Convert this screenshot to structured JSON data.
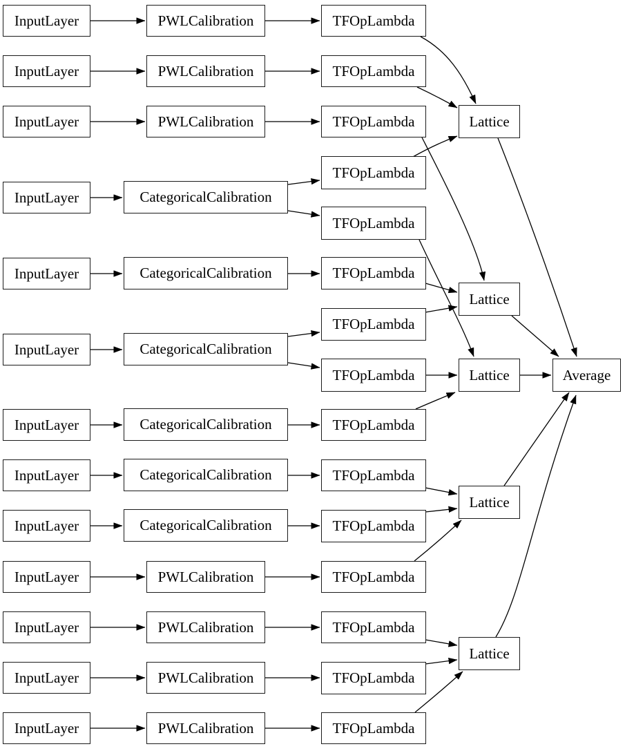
{
  "diagram": {
    "description": "Model graph",
    "colors": {
      "background": "#ffffff",
      "node_fill": "#ffffff",
      "node_border": "#1a1a1a",
      "edge": "#000000",
      "text": "#000000"
    },
    "node_types": [
      "InputLayer",
      "PWLCalibration",
      "CategoricalCalibration",
      "TFOpLambda",
      "Lattice",
      "Average"
    ],
    "nodes": [
      {
        "id": "il1",
        "label": "InputLayer"
      },
      {
        "id": "pwl1",
        "label": "PWLCalibration"
      },
      {
        "id": "tfl1",
        "label": "TFOpLambda"
      },
      {
        "id": "il2",
        "label": "InputLayer"
      },
      {
        "id": "pwl2",
        "label": "PWLCalibration"
      },
      {
        "id": "tfl2",
        "label": "TFOpLambda"
      },
      {
        "id": "il3",
        "label": "InputLayer"
      },
      {
        "id": "pwl3",
        "label": "PWLCalibration"
      },
      {
        "id": "tfl3",
        "label": "TFOpLambda"
      },
      {
        "id": "lat1",
        "label": "Lattice"
      },
      {
        "id": "tfl4",
        "label": "TFOpLambda"
      },
      {
        "id": "il4",
        "label": "InputLayer"
      },
      {
        "id": "cat1",
        "label": "CategoricalCalibration"
      },
      {
        "id": "tfl5",
        "label": "TFOpLambda"
      },
      {
        "id": "il5",
        "label": "InputLayer"
      },
      {
        "id": "cat2",
        "label": "CategoricalCalibration"
      },
      {
        "id": "tfl6",
        "label": "TFOpLambda"
      },
      {
        "id": "lat2",
        "label": "Lattice"
      },
      {
        "id": "tfl7",
        "label": "TFOpLambda"
      },
      {
        "id": "il6",
        "label": "InputLayer"
      },
      {
        "id": "cat3",
        "label": "CategoricalCalibration"
      },
      {
        "id": "tfl8",
        "label": "TFOpLambda"
      },
      {
        "id": "lat3",
        "label": "Lattice"
      },
      {
        "id": "avg",
        "label": "Average"
      },
      {
        "id": "il7",
        "label": "InputLayer"
      },
      {
        "id": "cat4",
        "label": "CategoricalCalibration"
      },
      {
        "id": "tfl9",
        "label": "TFOpLambda"
      },
      {
        "id": "il8",
        "label": "InputLayer"
      },
      {
        "id": "cat5",
        "label": "CategoricalCalibration"
      },
      {
        "id": "tfl10",
        "label": "TFOpLambda"
      },
      {
        "id": "lat4",
        "label": "Lattice"
      },
      {
        "id": "il9",
        "label": "InputLayer"
      },
      {
        "id": "cat6",
        "label": "CategoricalCalibration"
      },
      {
        "id": "tfl11",
        "label": "TFOpLambda"
      },
      {
        "id": "il10",
        "label": "InputLayer"
      },
      {
        "id": "pwl4",
        "label": "PWLCalibration"
      },
      {
        "id": "tfl12",
        "label": "TFOpLambda"
      },
      {
        "id": "il11",
        "label": "InputLayer"
      },
      {
        "id": "pwl5",
        "label": "PWLCalibration"
      },
      {
        "id": "tfl13",
        "label": "TFOpLambda"
      },
      {
        "id": "lat5",
        "label": "Lattice"
      },
      {
        "id": "il12",
        "label": "InputLayer"
      },
      {
        "id": "pwl6",
        "label": "PWLCalibration"
      },
      {
        "id": "tfl14",
        "label": "TFOpLambda"
      },
      {
        "id": "il13",
        "label": "InputLayer"
      },
      {
        "id": "pwl7",
        "label": "PWLCalibration"
      },
      {
        "id": "tfl15",
        "label": "TFOpLambda"
      }
    ],
    "edges": [
      {
        "from": "il1",
        "to": "pwl1"
      },
      {
        "from": "il2",
        "to": "pwl2"
      },
      {
        "from": "il3",
        "to": "pwl3"
      },
      {
        "from": "il4",
        "to": "cat1"
      },
      {
        "from": "il5",
        "to": "cat2"
      },
      {
        "from": "il6",
        "to": "cat3"
      },
      {
        "from": "il7",
        "to": "cat4"
      },
      {
        "from": "il8",
        "to": "cat5"
      },
      {
        "from": "il9",
        "to": "cat6"
      },
      {
        "from": "il10",
        "to": "pwl4"
      },
      {
        "from": "il11",
        "to": "pwl5"
      },
      {
        "from": "il12",
        "to": "pwl6"
      },
      {
        "from": "il13",
        "to": "pwl7"
      },
      {
        "from": "pwl1",
        "to": "tfl1"
      },
      {
        "from": "pwl2",
        "to": "tfl2"
      },
      {
        "from": "pwl3",
        "to": "tfl3"
      },
      {
        "from": "pwl4",
        "to": "tfl12"
      },
      {
        "from": "pwl5",
        "to": "tfl13"
      },
      {
        "from": "pwl6",
        "to": "tfl14"
      },
      {
        "from": "pwl7",
        "to": "tfl15"
      },
      {
        "from": "cat1",
        "to": "tfl4"
      },
      {
        "from": "cat1",
        "to": "tfl5"
      },
      {
        "from": "cat2",
        "to": "tfl6"
      },
      {
        "from": "cat3",
        "to": "tfl7"
      },
      {
        "from": "cat3",
        "to": "tfl8"
      },
      {
        "from": "cat4",
        "to": "tfl9"
      },
      {
        "from": "cat5",
        "to": "tfl10"
      },
      {
        "from": "cat6",
        "to": "tfl11"
      },
      {
        "from": "tfl1",
        "to": "lat1"
      },
      {
        "from": "tfl2",
        "to": "lat1"
      },
      {
        "from": "tfl4",
        "to": "lat1"
      },
      {
        "from": "tfl3",
        "to": "lat2"
      },
      {
        "from": "tfl6",
        "to": "lat2"
      },
      {
        "from": "tfl7",
        "to": "lat2"
      },
      {
        "from": "tfl5",
        "to": "lat3"
      },
      {
        "from": "tfl8",
        "to": "lat3"
      },
      {
        "from": "tfl9",
        "to": "lat3"
      },
      {
        "from": "tfl10",
        "to": "lat4"
      },
      {
        "from": "tfl11",
        "to": "lat4"
      },
      {
        "from": "tfl12",
        "to": "lat4"
      },
      {
        "from": "tfl13",
        "to": "lat5"
      },
      {
        "from": "tfl14",
        "to": "lat5"
      },
      {
        "from": "tfl15",
        "to": "lat5"
      },
      {
        "from": "lat1",
        "to": "avg"
      },
      {
        "from": "lat2",
        "to": "avg"
      },
      {
        "from": "lat3",
        "to": "avg"
      },
      {
        "from": "lat4",
        "to": "avg"
      },
      {
        "from": "lat5",
        "to": "avg"
      }
    ]
  }
}
